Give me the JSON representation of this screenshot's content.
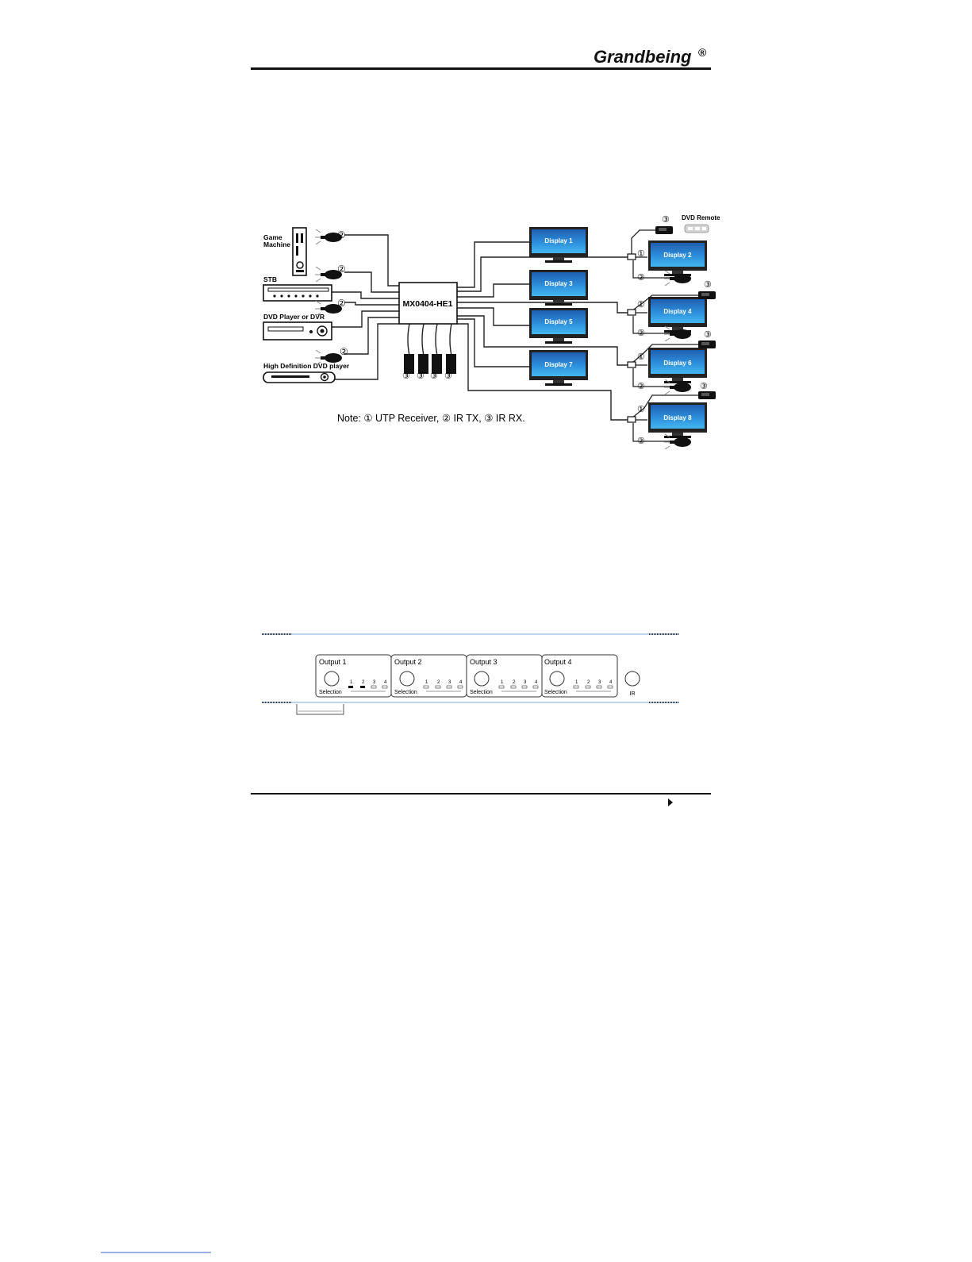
{
  "header": {
    "brand_logo": "Grandbeing",
    "registered_mark": "®"
  },
  "diagram": {
    "sources": [
      {
        "id": "game",
        "label_lines": [
          "Game",
          "Machine"
        ]
      },
      {
        "id": "stb",
        "label_lines": [
          "STB"
        ]
      },
      {
        "id": "dvd",
        "label_lines": [
          "DVD Player or DVR"
        ]
      },
      {
        "id": "hddvd",
        "label_lines": [
          "High Definition DVD player"
        ]
      }
    ],
    "matrix_label": "MX0404-HE1",
    "displays": [
      "Display 1",
      "Display 2",
      "Display 3",
      "Display 4",
      "Display 5",
      "Display 6",
      "Display 7",
      "Display 8"
    ],
    "dvd_remote_label": "DVD Remote",
    "markers": {
      "utp": "①",
      "ir_tx": "②",
      "ir_rx": "③"
    },
    "note": "Note: ① UTP Receiver,  ② IR TX,  ③ IR RX."
  },
  "panel": {
    "outputs": [
      {
        "title": "Output 1",
        "selection": "Selection",
        "leds": [
          "1",
          "2",
          "3",
          "4"
        ]
      },
      {
        "title": "Output 2",
        "selection": "Selection",
        "leds": [
          "1",
          "2",
          "3",
          "4"
        ]
      },
      {
        "title": "Output 3",
        "selection": "Selection",
        "leds": [
          "1",
          "2",
          "3",
          "4"
        ]
      },
      {
        "title": "Output 4",
        "selection": "Selection",
        "leds": [
          "1",
          "2",
          "3",
          "4"
        ]
      }
    ],
    "ir_label": "IR"
  },
  "colors": {
    "screen_top": "#2f6fbf",
    "screen_bottom": "#2ba4e6",
    "panel_line": "#bcd4ee",
    "ink": "#111111"
  },
  "icons": [
    "next-page-arrow-icon"
  ]
}
